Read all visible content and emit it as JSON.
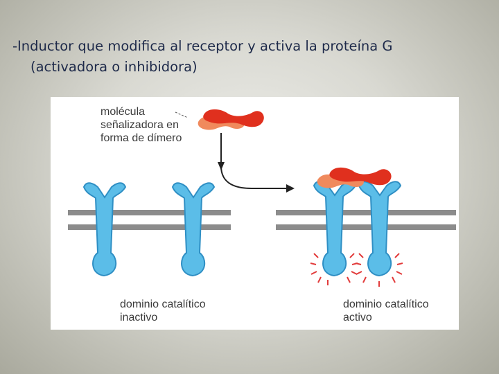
{
  "slide": {
    "title_line1": "-Inductor que modifica al receptor y activa la proteína G",
    "title_line2": "(activadora o inhibidora)"
  },
  "figure": {
    "signal_label": [
      "molécula",
      "señalizadora en",
      "forma de dímero"
    ],
    "inactive_label": [
      "dominio catalítico",
      "inactivo"
    ],
    "active_label": [
      "dominio catalítico",
      "activo"
    ],
    "colors": {
      "receptor": "#5bbde8",
      "receptor_outline": "#2f8fc4",
      "membrane": "#8c8c8c",
      "ligand_dark": "#e0301e",
      "ligand_light": "#f08a5d",
      "activation_marks": "#e23b3b",
      "arrow": "#222222"
    },
    "icons": [
      "receptor-icon",
      "ligand-dimer-icon",
      "arrow-icon",
      "activation-burst-icon"
    ]
  }
}
